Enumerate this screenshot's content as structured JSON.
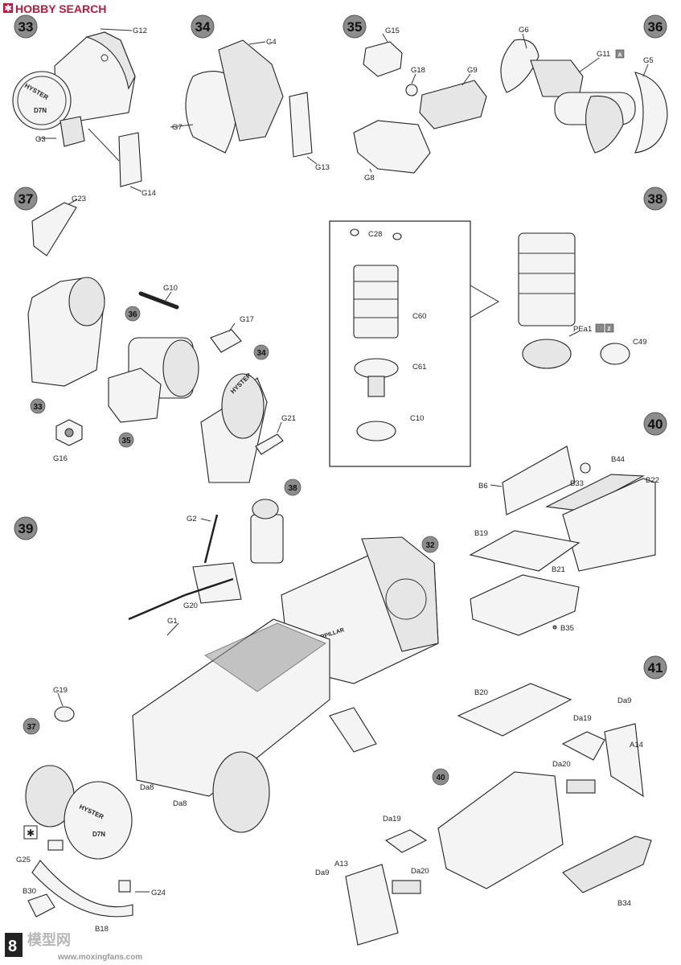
{
  "header": {
    "brand": "HOBBY SEARCH"
  },
  "page_number": "8",
  "watermark": {
    "cn": "模型网",
    "url": "www.moxingfans.com"
  },
  "steps": [
    "33",
    "34",
    "35",
    "36",
    "37",
    "38",
    "39",
    "40",
    "41"
  ],
  "mini_steps": {
    "s33": "33",
    "s34": "34",
    "s35": "35",
    "s36": "36",
    "s37": "37",
    "s38": "38",
    "s32": "32",
    "s40": "40"
  },
  "parts": {
    "g12": "G12",
    "g3": "G3",
    "g14": "G14",
    "g4": "G4",
    "g7": "G7",
    "g13": "G13",
    "g15": "G15",
    "g18": "G18",
    "g9": "G9",
    "g8": "G8",
    "g6": "G6",
    "g11": "G11",
    "g5": "G5",
    "g23": "G23",
    "g10": "G10",
    "g17": "G17",
    "g21": "G21",
    "g16": "G16",
    "c28": "C28",
    "c60": "C60",
    "c61": "C61",
    "c10": "C10",
    "pea1": "PEa1",
    "c49": "C49",
    "g2": "G2",
    "g20": "G20",
    "g1": "G1",
    "g19": "G19",
    "da8a": "Da8",
    "da8b": "Da8",
    "g25": "G25",
    "b30": "B30",
    "b18": "B18",
    "g24": "G24",
    "b44": "B44",
    "b6": "B6",
    "b33": "B33",
    "b22": "B22",
    "b19": "B19",
    "b21": "B21",
    "b35": "B35",
    "b20": "B20",
    "da9a": "Da9",
    "da19a": "Da19",
    "a14": "A14",
    "da20a": "Da20",
    "da19b": "Da19",
    "da20b": "Da20",
    "a13": "A13",
    "da9b": "Da9",
    "b34": "B34"
  },
  "decals": {
    "g11_badge": "A",
    "pea1_badge2": "2"
  },
  "engravings": {
    "hyster": "HYSTER",
    "d7n": "D7N",
    "cat": "CATERPILLAR"
  }
}
